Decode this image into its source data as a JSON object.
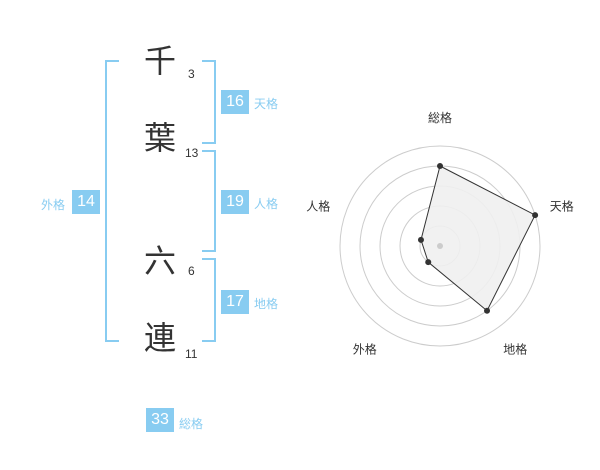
{
  "name": {
    "chars": [
      {
        "char": "千",
        "strokes": "3"
      },
      {
        "char": "葉",
        "strokes": "13"
      },
      {
        "char": "六",
        "strokes": "6"
      },
      {
        "char": "連",
        "strokes": "11"
      }
    ]
  },
  "kaku": {
    "tenkaku": {
      "value": "16",
      "label": "天格"
    },
    "jinkaku": {
      "value": "19",
      "label": "人格"
    },
    "chikaku": {
      "value": "17",
      "label": "地格"
    },
    "gaikaku": {
      "value": "14",
      "label": "外格"
    },
    "soukaku": {
      "value": "33",
      "label": "総格"
    }
  },
  "colors": {
    "accent": "#88ccf1",
    "text": "#333333",
    "ring": "#cccccc",
    "fill": "#f0f0f0"
  },
  "chart_data": {
    "type": "radar",
    "axes": [
      "総格",
      "天格",
      "地格",
      "外格",
      "人格"
    ],
    "values": [
      4,
      5,
      4,
      1,
      1
    ],
    "max": 5,
    "rings": 5
  }
}
